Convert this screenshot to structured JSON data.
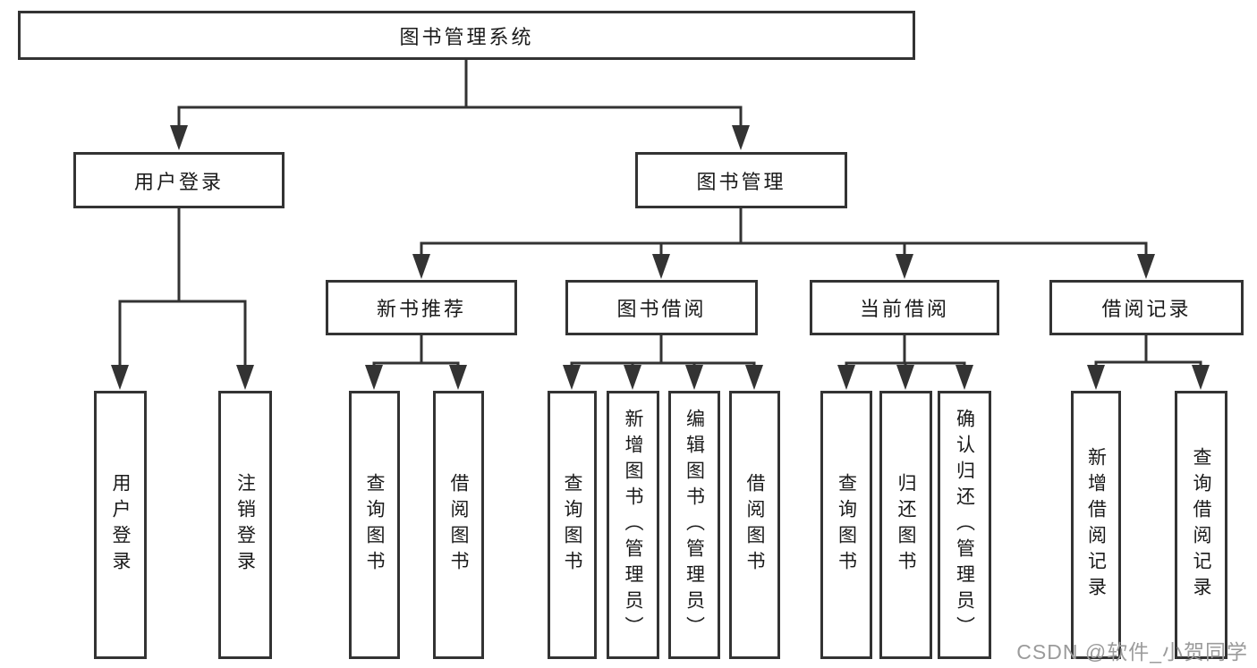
{
  "diagram": {
    "type": "hierarchy-tree",
    "tree": {
      "label": "图书管理系统",
      "children": [
        {
          "label": "用户登录",
          "children": [
            {
              "label": "用户登录"
            },
            {
              "label": "注销登录"
            }
          ]
        },
        {
          "label": "图书管理",
          "children": [
            {
              "label": "新书推荐",
              "children": [
                {
                  "label": "查询图书"
                },
                {
                  "label": "借阅图书"
                }
              ]
            },
            {
              "label": "图书借阅",
              "children": [
                {
                  "label": "查询图书"
                },
                {
                  "label": "新增图书（管理员）"
                },
                {
                  "label": "编辑图书（管理员）"
                },
                {
                  "label": "借阅图书"
                }
              ]
            },
            {
              "label": "当前借阅",
              "children": [
                {
                  "label": "查询图书"
                },
                {
                  "label": "归还图书"
                },
                {
                  "label": "确认归还（管理员）"
                }
              ]
            },
            {
              "label": "借阅记录",
              "children": [
                {
                  "label": "新增借阅记录"
                },
                {
                  "label": "查询借阅记录"
                }
              ]
            }
          ]
        }
      ]
    },
    "watermark": "CSDN @软件_小贺同学",
    "colors": {
      "line": "#333333",
      "box_border": "#333333",
      "box_fill": "#ffffff",
      "text": "#1a1a1a",
      "background": "#ffffff",
      "watermark": "#9b9b9b"
    }
  }
}
